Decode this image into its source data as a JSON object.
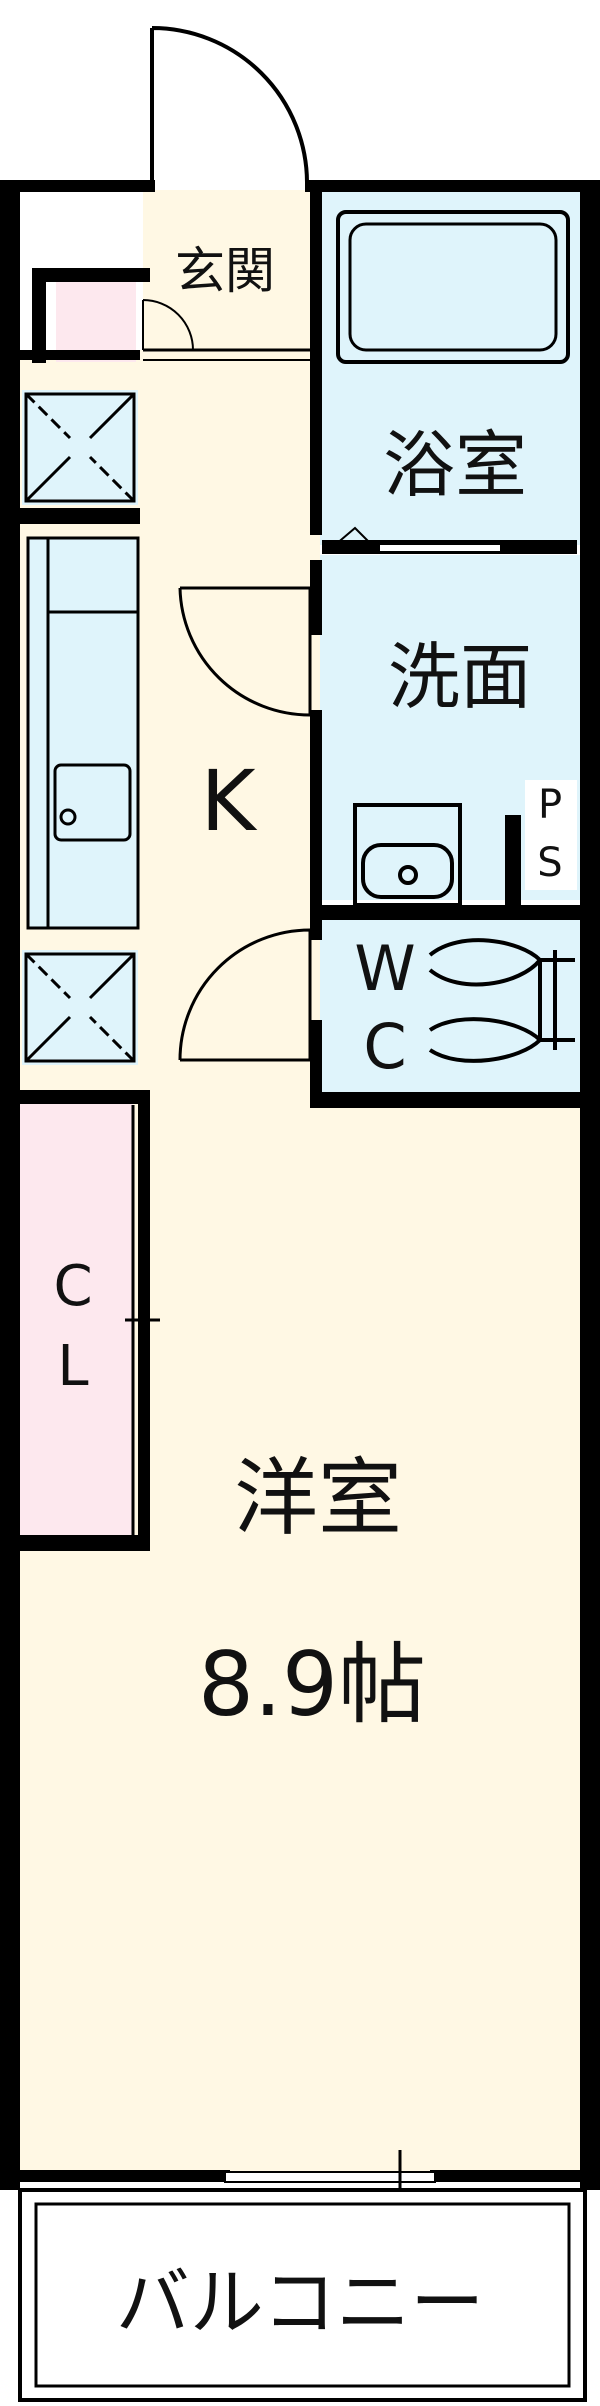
{
  "rooms": {
    "entrance": "玄関",
    "bath": "浴室",
    "washroom": "洗面",
    "kitchen": "K",
    "ps_p": "P",
    "ps_s": "S",
    "wc_w": "W",
    "wc_c": "C",
    "closet_c": "C",
    "closet_l": "L",
    "western_room": "洋室",
    "western_room_size": "8.9帖",
    "balcony": "バルコニー"
  },
  "colors": {
    "wall": "#000000",
    "living_floor": "#fff8e4",
    "wet_area": "#dff4fb",
    "closet": "#fde8ee",
    "balcony": "#ffffff"
  }
}
